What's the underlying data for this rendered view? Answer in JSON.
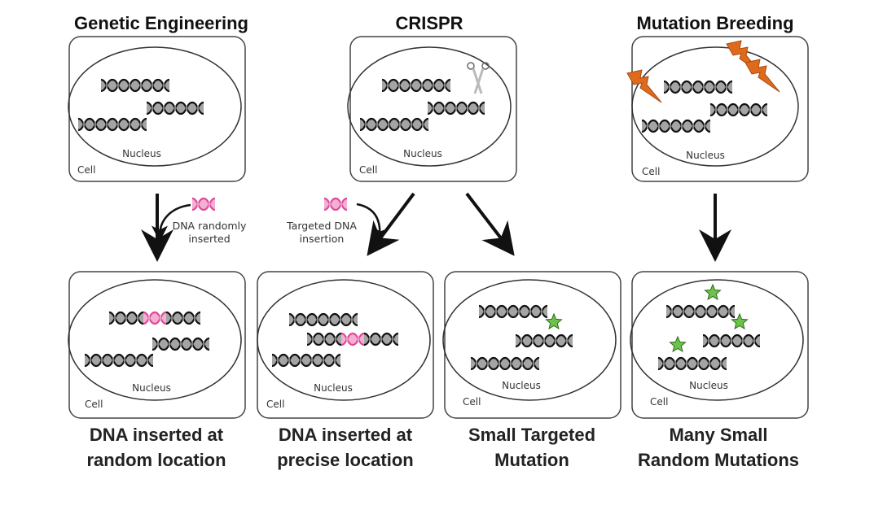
{
  "panels_top": [
    {
      "title": "Genetic Engineering",
      "nucleus_label": "Nucleus",
      "cell_label": "Cell",
      "features": [
        "dna"
      ]
    },
    {
      "title": "CRISPR",
      "nucleus_label": "Nucleus",
      "cell_label": "Cell",
      "features": [
        "dna",
        "scissors"
      ]
    },
    {
      "title": "Mutation Breeding",
      "nucleus_label": "Nucleus",
      "cell_label": "Cell",
      "features": [
        "dna",
        "lightning"
      ]
    }
  ],
  "annotations": {
    "random_insert": [
      "DNA randomly",
      "inserted"
    ],
    "targeted_insert": [
      "Targeted DNA",
      "insertion"
    ]
  },
  "panels_bottom": [
    {
      "caption": [
        "DNA inserted at",
        "random location"
      ],
      "nucleus_label": "Nucleus",
      "cell_label": "Cell",
      "features": [
        "pink-insert"
      ]
    },
    {
      "caption": [
        "DNA inserted at",
        "precise location"
      ],
      "nucleus_label": "Nucleus",
      "cell_label": "Cell",
      "features": [
        "pink-insert"
      ]
    },
    {
      "caption": [
        "Small Targeted",
        "Mutation"
      ],
      "nucleus_label": "Nucleus",
      "cell_label": "Cell",
      "features": [
        "green-star"
      ]
    },
    {
      "caption": [
        "Many Small",
        "Random Mutations"
      ],
      "nucleus_label": "Nucleus",
      "cell_label": "Cell",
      "features": [
        "green-star",
        "green-star",
        "green-star"
      ]
    }
  ],
  "colors": {
    "dna": "#9a9a9a",
    "insert": "#e0489a",
    "mutation": "#6cc24a",
    "lightning": "#e06a1c",
    "arrow": "#111111"
  }
}
